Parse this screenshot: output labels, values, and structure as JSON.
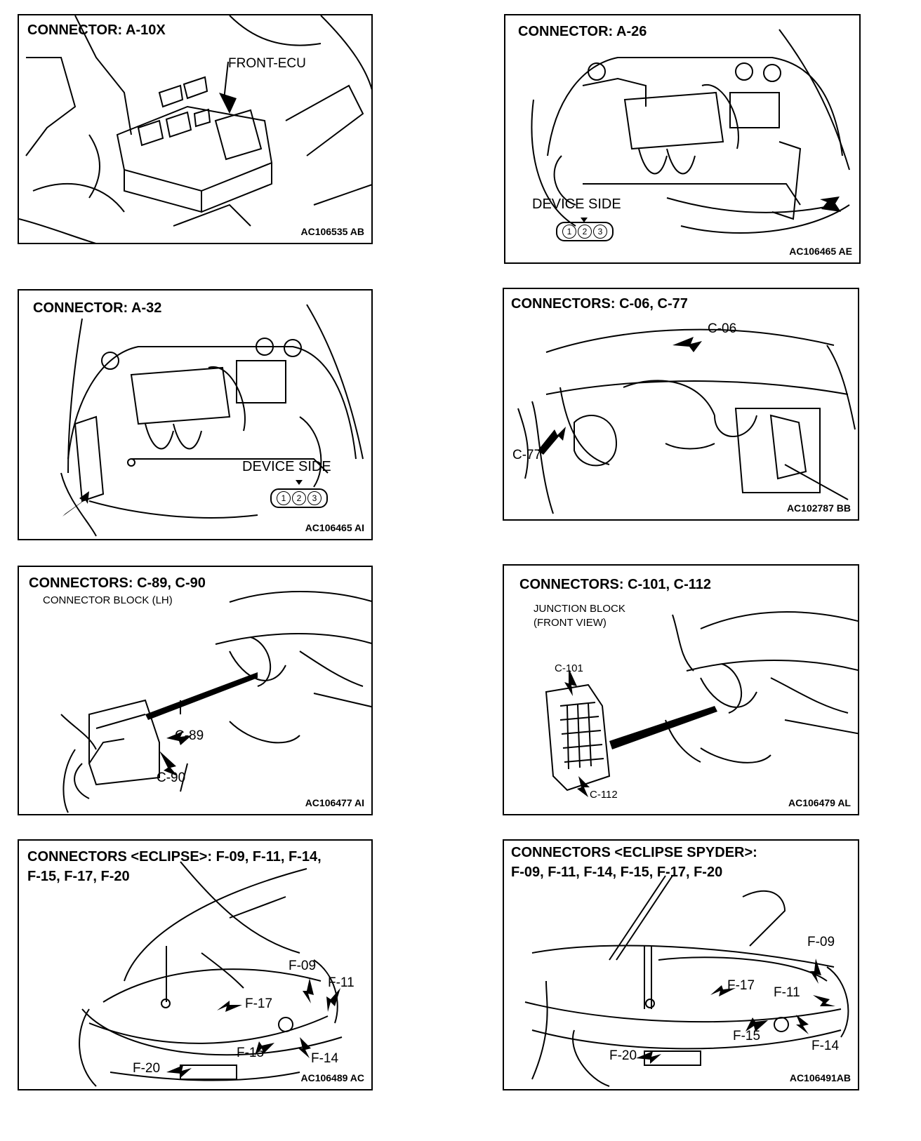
{
  "panels": [
    {
      "title": "CONNECTOR: A-10X",
      "labels": [
        "FRONT-ECU"
      ],
      "code": "AC106535 AB"
    },
    {
      "title": "CONNECTOR: A-26",
      "device_side": "DEVICE SIDE",
      "pins": [
        "1",
        "2",
        "3"
      ],
      "code": "AC106465 AE"
    },
    {
      "title": "CONNECTOR: A-32",
      "device_side": "DEVICE SIDE",
      "pins": [
        "1",
        "2",
        "3"
      ],
      "code": "AC106465 AI"
    },
    {
      "title": "CONNECTORS: C-06, C-77",
      "labels": [
        "C-06",
        "C-77"
      ],
      "code": "AC102787 BB"
    },
    {
      "title": "CONNECTORS: C-89, C-90",
      "subtitle": "CONNECTOR BLOCK (LH)",
      "labels": [
        "C-89",
        "C-90"
      ],
      "code": "AC106477 AI"
    },
    {
      "title": "CONNECTORS: C-101, C-112",
      "subtitle_line1": "JUNCTION BLOCK",
      "subtitle_line2": "(FRONT VIEW)",
      "labels": [
        "C-101",
        "C-112"
      ],
      "code": "AC106479 AL"
    },
    {
      "title_line1": "CONNECTORS <ECLIPSE>: F-09, F-11, F-14,",
      "title_line2": "F-15, F-17, F-20",
      "labels": [
        "F-09",
        "F-11",
        "F-17",
        "F-15",
        "F-14",
        "F-20"
      ],
      "code": "AC106489 AC"
    },
    {
      "title_line1": "CONNECTORS <ECLIPSE SPYDER>:",
      "title_line2": "F-09, F-11, F-14, F-15, F-17, F-20",
      "labels": [
        "F-09",
        "F-17",
        "F-11",
        "F-15",
        "F-14",
        "F-20"
      ],
      "code": "AC106491AB"
    }
  ]
}
